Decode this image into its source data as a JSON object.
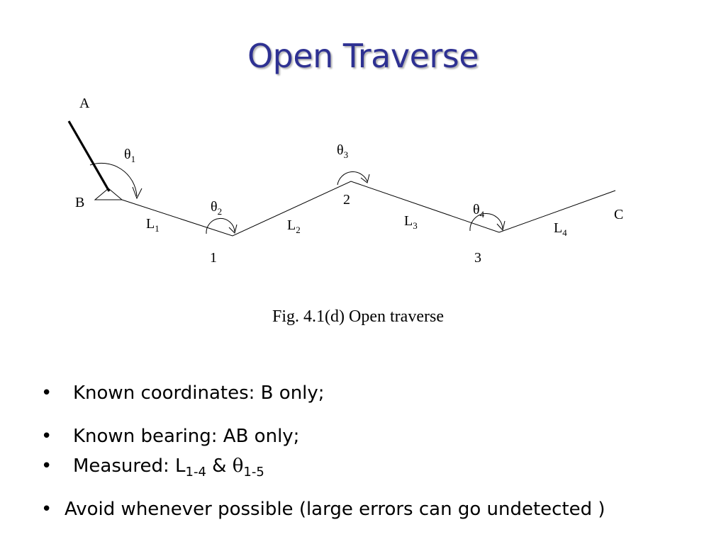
{
  "slide": {
    "title": "Open Traverse",
    "caption": "Fig. 4.1(d) Open traverse"
  },
  "diagram": {
    "points": {
      "A": "A",
      "B": "B",
      "C": "C",
      "p1": "1",
      "p2": "2",
      "p3": "3"
    },
    "lines": {
      "L1": {
        "base": "L",
        "sub": "1"
      },
      "L2": {
        "base": "L",
        "sub": "2"
      },
      "L3": {
        "base": "L",
        "sub": "3"
      },
      "L4": {
        "base": "L",
        "sub": "4"
      }
    },
    "angles": {
      "t1": {
        "base": "θ",
        "sub": "1"
      },
      "t2": {
        "base": "θ",
        "sub": "2"
      },
      "t3": {
        "base": "θ",
        "sub": "3"
      },
      "t4": {
        "base": "θ",
        "sub": "4"
      }
    }
  },
  "bullets": {
    "items": [
      {
        "marker": "•",
        "text": "Known coordinates: B only;"
      },
      {
        "marker": "•",
        "text": "Known bearing: AB only;"
      },
      {
        "marker": "•",
        "pre": "Measured: L",
        "sub1": "1-4",
        "mid": " & ",
        "theta": "θ",
        "sub2": "1-5"
      },
      {
        "marker": "•",
        "text": "Avoid whenever possible (large errors can go undetected )"
      }
    ]
  }
}
